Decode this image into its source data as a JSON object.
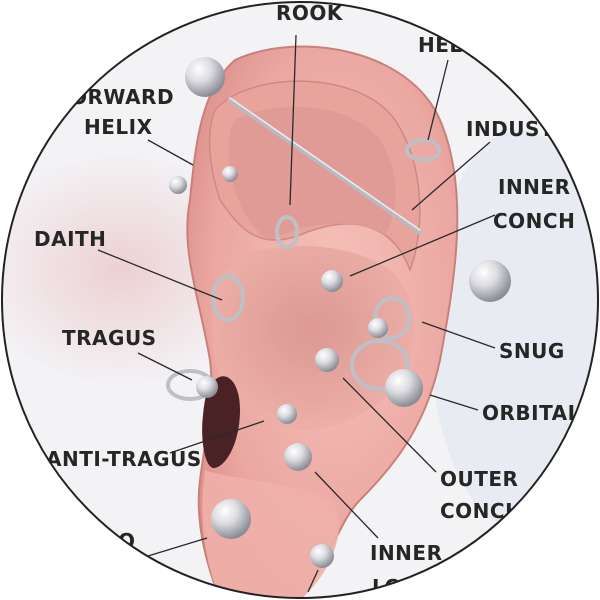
{
  "labels": {
    "rook": "ROOK",
    "helix": "HELI",
    "forward_helix_1": "ORWARD",
    "forward_helix_2": "HELIX",
    "industrial": "INDUSTR",
    "inner_conch_1": "INNER",
    "inner_conch_2": "CONCH",
    "daith": "DAITH",
    "tragus": "TRAGUS",
    "snug": "SNUG",
    "orbital": "ORBITAL",
    "anti_tragus": "ANTI-TRAGUS",
    "outer_conch_1": "OUTER",
    "outer_conch_2": "CONCH",
    "inner_lobe_1": "INNER",
    "inner_lobe_2": "LO",
    "lobe_partial": "O"
  },
  "colors": {
    "skin": "#f0b3ad",
    "skin_shadow": "#d98c88",
    "ink": "#262626",
    "metal": "#d9d9de"
  }
}
